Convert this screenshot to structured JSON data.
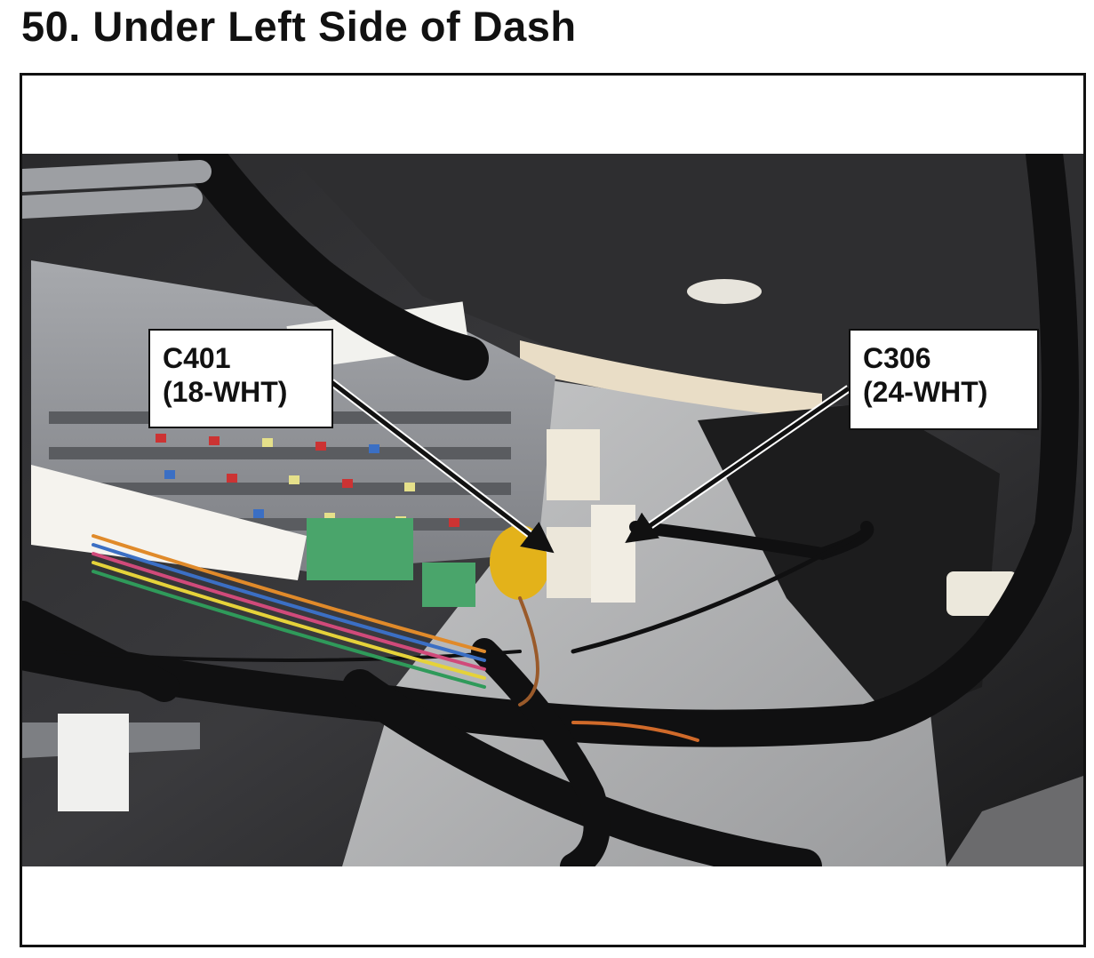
{
  "header": {
    "title": "50.  Under Left Side of Dash"
  },
  "callouts": [
    {
      "id": "C401",
      "spec": "(18-WHT)"
    },
    {
      "id": "C306",
      "spec": "(24-WHT)"
    }
  ],
  "photo": {
    "subject": "wiring-harness-photo",
    "colors": {
      "outline": "#111111",
      "panel_gray": "#8e9096",
      "harness_black": "#111111"
    }
  }
}
